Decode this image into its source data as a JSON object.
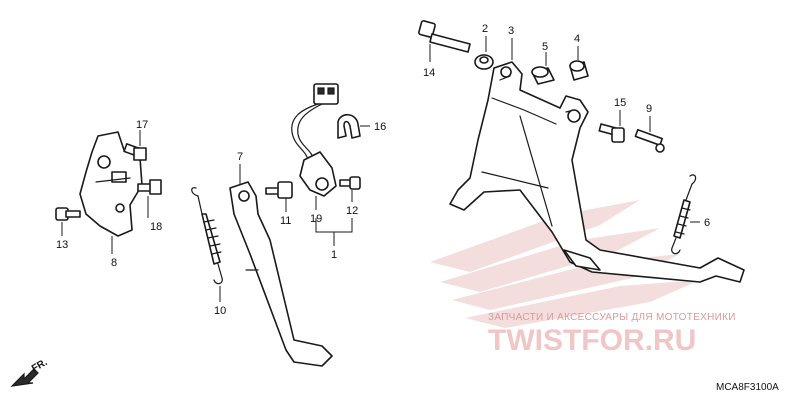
{
  "diagram": {
    "part_labels": {
      "p1": "1",
      "p2": "2",
      "p3": "3",
      "p4": "4",
      "p5": "5",
      "p6": "6",
      "p7": "7",
      "p8": "8",
      "p9": "9",
      "p10": "10",
      "p11": "11",
      "p12": "12",
      "p13": "13",
      "p14": "14",
      "p15": "15",
      "p16": "16",
      "p17": "17",
      "p18": "18",
      "p19": "19"
    },
    "direction_label": "FR.",
    "drawing_code": "MCA8F3100A"
  },
  "watermark": {
    "tagline": "ЗАПЧАСТИ И АКСЕССУАРЫ ДЛЯ МОТОТЕХНИКИ",
    "logo": "TWISTFOR.RU"
  }
}
